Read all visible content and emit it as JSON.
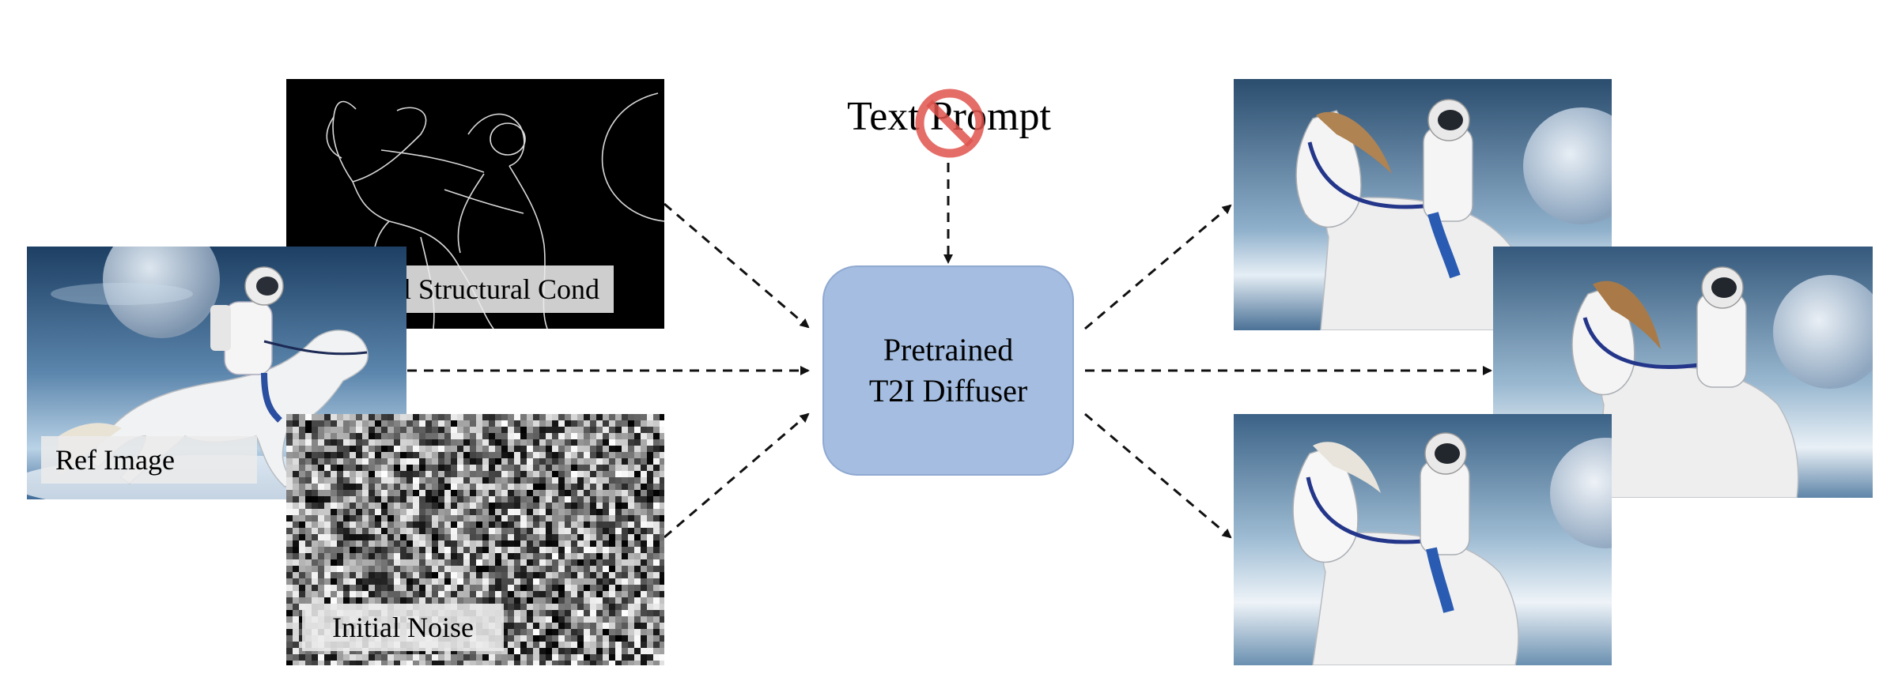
{
  "inputs": {
    "structural_label": "Optional Structural Cond",
    "ref_label": "Ref Image",
    "noise_label": "Initial Noise"
  },
  "center": {
    "line1": "Pretrained",
    "line2": "T2I Diffuser"
  },
  "prompt": {
    "text": "Text Prompt",
    "crossed_out": true
  },
  "colors": {
    "diffuser_fill": "#a4bde0",
    "prohibit_red": "#e0534d",
    "arrow": "#111111"
  },
  "icons": [
    "prohibition-icon"
  ]
}
